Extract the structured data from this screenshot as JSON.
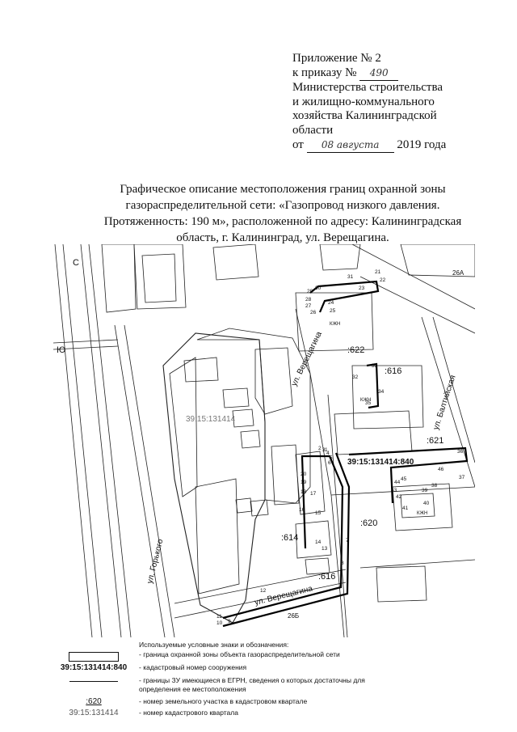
{
  "header": {
    "appendix": "Приложение № 2",
    "order_prefix": "к приказу №",
    "order_number": "490",
    "ministry_lines": [
      "Министерства строительства",
      "и жилищно-коммунального",
      "хозяйства Калининградской",
      "области"
    ],
    "date_prefix": "от",
    "date_handwritten": "08 августа",
    "date_suffix": "2019 года"
  },
  "title": {
    "lines": [
      "Графическое описание местоположения границ охранной зоны",
      "газораспределительной сети: «Газопровод низкого давления.",
      "Протяженность: 190 м», расположенной по адресу: Калининградская",
      "область, г. Калининград, ул. Верещагина."
    ]
  },
  "map": {
    "streets": [
      "ул. Верещагина",
      "ул. Верещагина",
      "ул. Балтийская",
      "ул. Горького"
    ],
    "quarter_label": "39:15:131414",
    "structure_label": "39:15:131414:840",
    "plot_labels": [
      ":622",
      ":616",
      ":621",
      ":620",
      ":614",
      ":616"
    ],
    "building_label": "КЖН",
    "boundary_points": [
      "1",
      "2",
      "3",
      "4",
      "5",
      "6",
      "7",
      "8",
      "9",
      "10",
      "11",
      "12",
      "13",
      "14",
      "15",
      "16",
      "17",
      "18",
      "19",
      "20",
      "21",
      "22",
      "23",
      "24",
      "25",
      "26",
      "27",
      "28",
      "29",
      "30",
      "31",
      "32",
      "33",
      "34",
      "35",
      "36",
      "37",
      "38",
      "39",
      "40",
      "41",
      "42",
      "43",
      "44",
      "45",
      "46"
    ],
    "misc_labels": [
      "С",
      "Ю",
      "26А",
      "26Б",
      "1",
      "5",
      "6",
      "3",
      "4",
      "2"
    ]
  },
  "legend": {
    "title": "Используемые условные знаки и обозначения:",
    "items": [
      {
        "symbol": "",
        "description": "- граница охранной зоны объекта газораспределительной сети"
      },
      {
        "symbol": "39:15:131414:840",
        "description": "- кадастровый номер сооружения"
      },
      {
        "symbol": "",
        "description": "- границы ЗУ имеющиеся в ЕГРН, сведения о которых достаточны для определения ее местоположения"
      },
      {
        "symbol": ":620",
        "description": "- номер земельного участка в кадастровом квартале"
      },
      {
        "symbol": "39:15:131414",
        "description": "- номер кадастрового квартала"
      }
    ]
  }
}
